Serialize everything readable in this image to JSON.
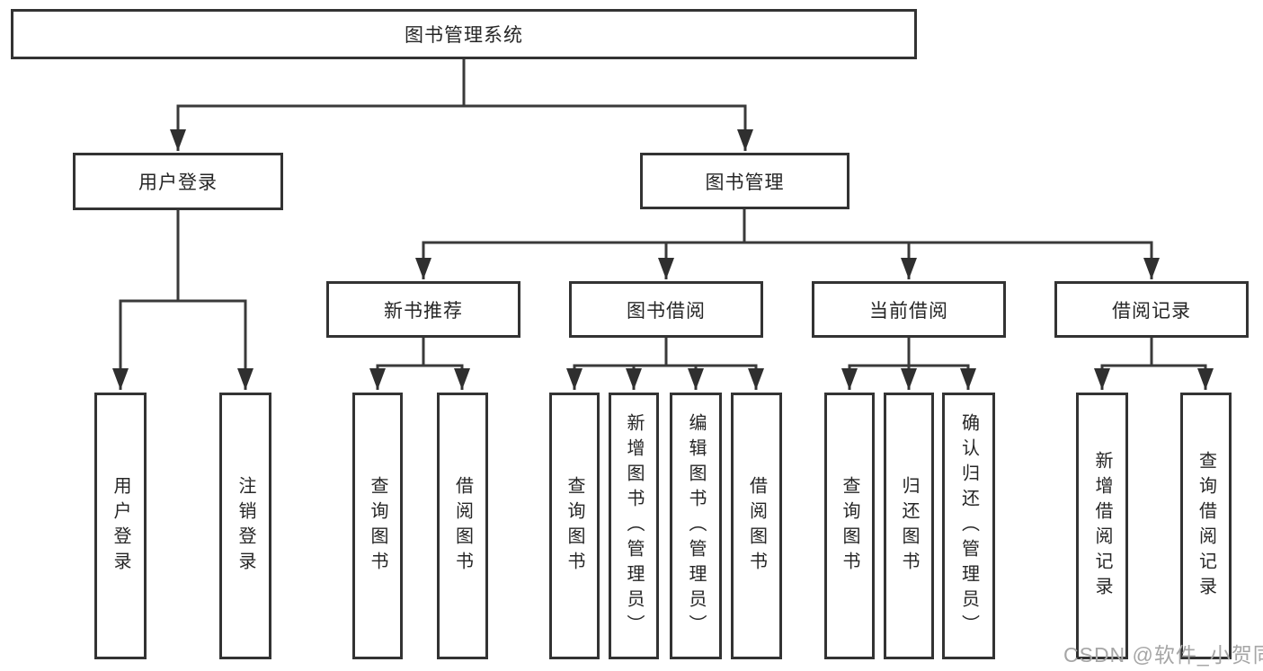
{
  "root": {
    "label": "图书管理系统"
  },
  "level2": [
    {
      "label": "用户登录"
    },
    {
      "label": "图书管理"
    }
  ],
  "level3": [
    {
      "label": "新书推荐"
    },
    {
      "label": "图书借阅"
    },
    {
      "label": "当前借阅"
    },
    {
      "label": "借阅记录"
    }
  ],
  "leaves": {
    "login": [
      {
        "label": "用户登录"
      },
      {
        "label": "注销登录"
      }
    ],
    "recommend": [
      {
        "label": "查询图书"
      },
      {
        "label": "借阅图书"
      }
    ],
    "borrow": [
      {
        "label": "查询图书"
      },
      {
        "label": "新增图书（管理员）"
      },
      {
        "label": "编辑图书（管理员）"
      },
      {
        "label": "借阅图书"
      }
    ],
    "current": [
      {
        "label": "查询图书"
      },
      {
        "label": "归还图书"
      },
      {
        "label": "确认归还（管理员）"
      }
    ],
    "records": [
      {
        "label": "新增借阅记录"
      },
      {
        "label": "查询借阅记录"
      }
    ]
  },
  "watermark": {
    "text": "CSDN @软件_小贺同学"
  },
  "colors": {
    "line": "#3a3a3a",
    "box_border": "#333333",
    "box_fill": "#ffffff",
    "text": "#262626",
    "watermark": "#a6a6a6"
  }
}
